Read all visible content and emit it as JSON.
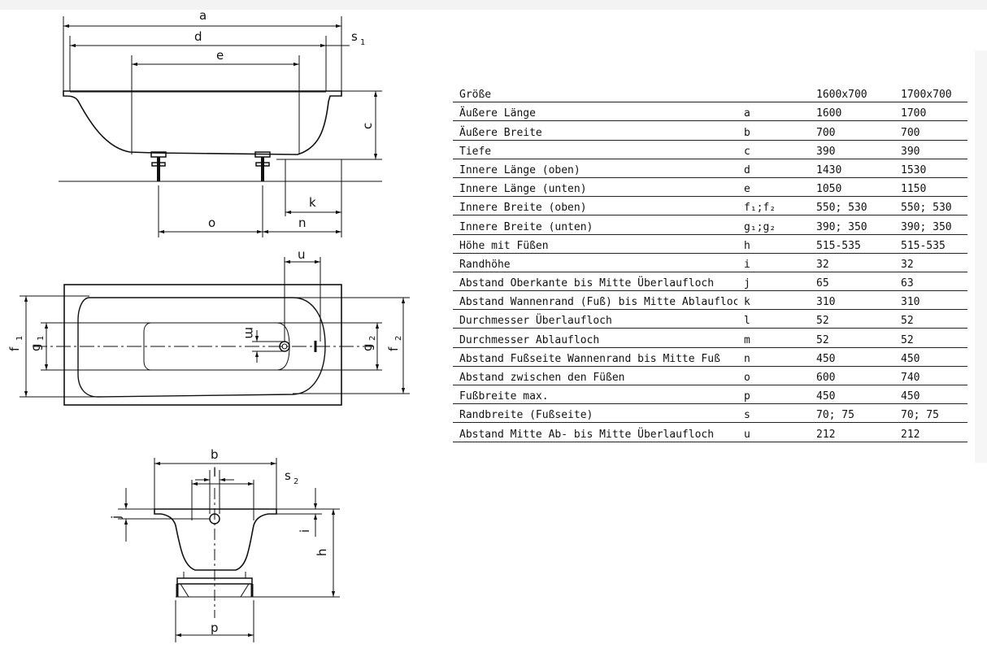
{
  "labels": {
    "a": "a",
    "d": "d",
    "e": "e",
    "c": "c",
    "s1": "s",
    "s1_sub": "1",
    "k": "k",
    "o": "o",
    "n": "n",
    "u": "u",
    "m": "m",
    "f1": "f",
    "f1_sub": "1",
    "g1": "g",
    "g1_sub": "1",
    "g2": "g",
    "g2_sub": "2",
    "f2": "f",
    "f2_sub": "2",
    "b": "b",
    "l": "l",
    "s2": "s",
    "s2_sub": "2",
    "j": "j",
    "i": "i",
    "h": "h",
    "p": "p"
  },
  "table": {
    "header": [
      "Größe",
      "",
      "1600x700",
      "1700x700"
    ],
    "rows": [
      [
        "Äußere Länge",
        "a",
        "1600",
        "1700"
      ],
      [
        "Äußere Breite",
        "b",
        "700",
        "700"
      ],
      [
        "Tiefe",
        "c",
        "390",
        "390"
      ],
      [
        "Innere Länge (oben)",
        "d",
        "1430",
        "1530"
      ],
      [
        "Innere Länge (unten)",
        "e",
        "1050",
        "1150"
      ],
      [
        "Innere Breite (oben)",
        "f₁;f₂",
        "550; 530",
        "550; 530"
      ],
      [
        "Innere Breite (unten)",
        "g₁;g₂",
        "390; 350",
        "390; 350"
      ],
      [
        "Höhe mit Füßen",
        "h",
        "515-535",
        "515-535"
      ],
      [
        "Randhöhe",
        "i",
        "32",
        "32"
      ],
      [
        "Abstand Oberkante bis Mitte Überlaufloch",
        "j",
        "65",
        "63"
      ],
      [
        "Abstand Wannenrand (Fuß) bis Mitte Ablaufloch",
        "k",
        "310",
        "310"
      ],
      [
        "Durchmesser Überlaufloch",
        "l",
        "52",
        "52"
      ],
      [
        "Durchmesser Ablaufloch",
        "m",
        "52",
        "52"
      ],
      [
        "Abstand Fußseite Wannenrand bis Mitte Fuß",
        "n",
        "450",
        "450"
      ],
      [
        "Abstand zwischen den Füßen",
        "o",
        "600",
        "740"
      ],
      [
        "Fußbreite max.",
        "p",
        "450",
        "450"
      ],
      [
        "Randbreite (Fußseite)",
        "s",
        "70; 75",
        "70; 75"
      ],
      [
        "Abstand Mitte Ab- bis Mitte Überlaufloch",
        "u",
        "212",
        "212"
      ]
    ]
  }
}
